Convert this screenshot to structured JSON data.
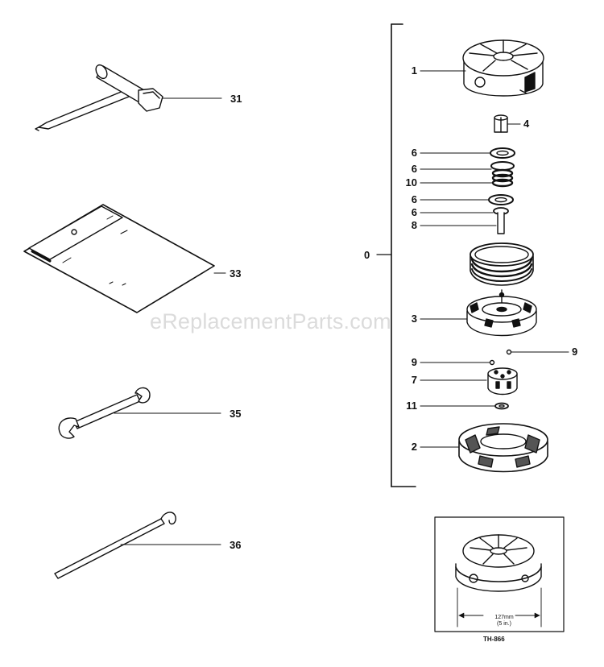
{
  "watermark": "eReplacementParts.com",
  "callouts": {
    "c31": "31",
    "c33": "33",
    "c35": "35",
    "c36": "36",
    "c0": "0",
    "c1": "1",
    "c4": "4",
    "c6a": "6",
    "c6b": "6",
    "c10": "10",
    "c6c": "6",
    "c6d": "6",
    "c8": "8",
    "c3": "3",
    "c9a": "9",
    "c9b": "9",
    "c7": "7",
    "c11": "11",
    "c2": "2"
  },
  "inset": {
    "dimension_mm": "127mm",
    "dimension_in": "(5 in.)",
    "code": "TH-866"
  },
  "colors": {
    "ink": "#111111",
    "paper": "#ffffff",
    "shade": "#555555"
  }
}
